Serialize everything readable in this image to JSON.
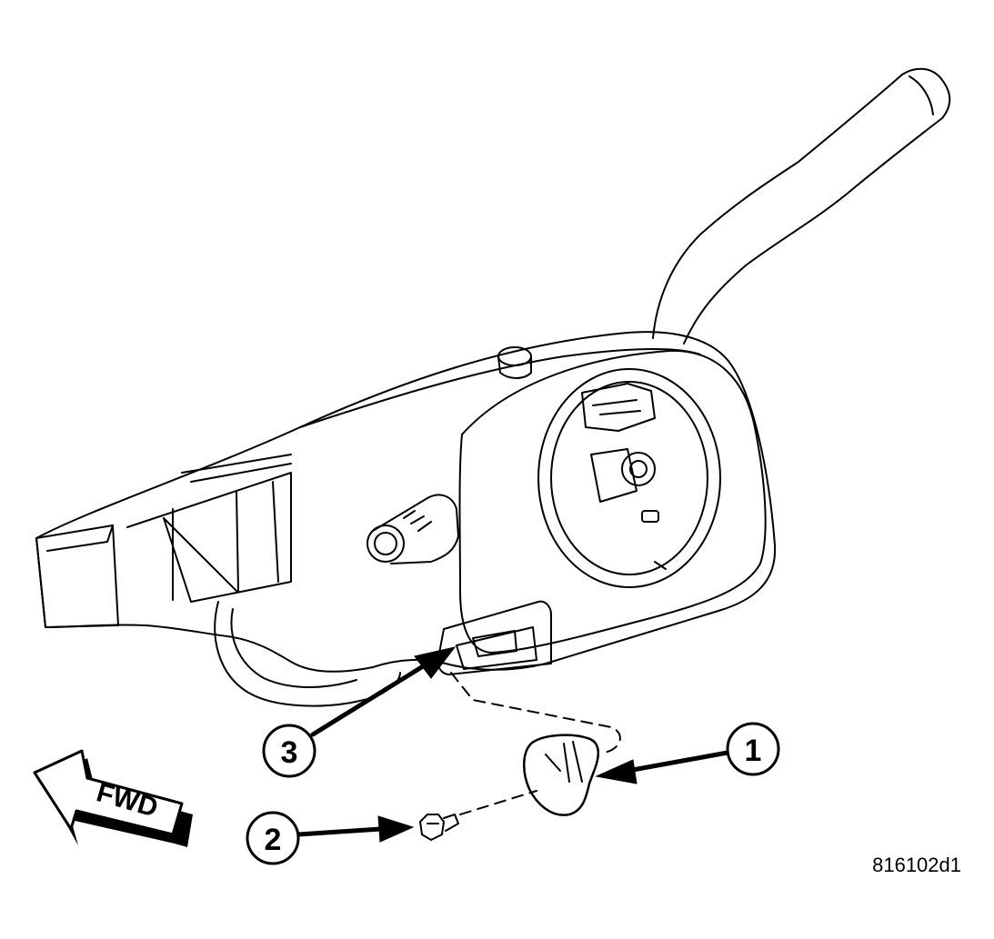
{
  "figure_id": "816102d1",
  "direction_arrow": {
    "label": "FWD"
  },
  "callouts": [
    {
      "number": "1",
      "part": "cover"
    },
    {
      "number": "2",
      "part": "screw"
    },
    {
      "number": "3",
      "part": "switch-module-connector"
    }
  ],
  "colors": {
    "line": "#000000",
    "background": "#ffffff"
  }
}
